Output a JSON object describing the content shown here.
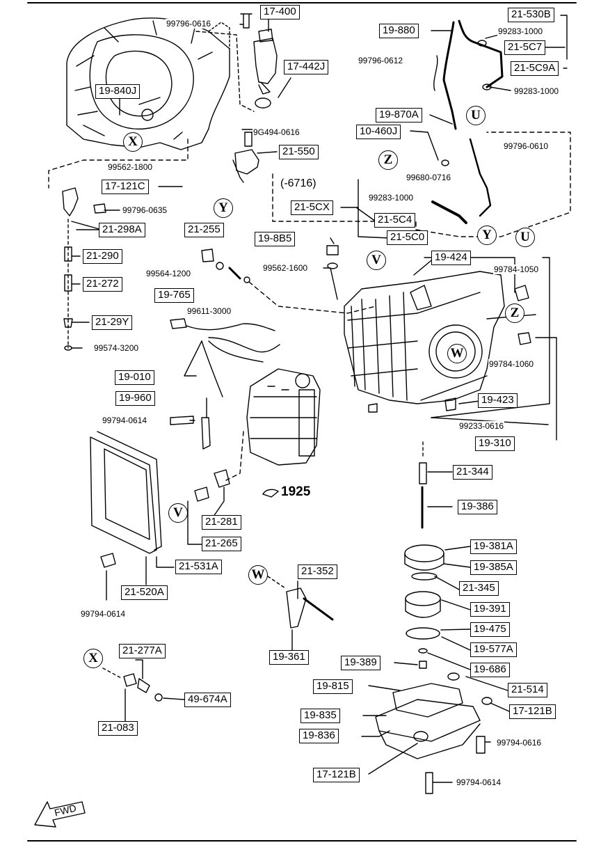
{
  "part_boxes": {
    "p17_400": "17-400",
    "p17_442j": "17-442J",
    "p19_840j": "19-840J",
    "p19_880": "19-880",
    "p21_530b": "21-530B",
    "p21_5c7": "21-5C7",
    "p21_5c9a": "21-5C9A",
    "p19_870a": "19-870A",
    "p10_460j": "10-460J",
    "p21_550": "21-550",
    "p17_121c": "17-121C",
    "p21_298a": "21-298A",
    "p21_290": "21-290",
    "p21_272": "21-272",
    "p21_29y": "21-29Y",
    "p21_5cx": "21-5CX",
    "p21_5c4": "21-5C4",
    "p21_5c0": "21-5C0",
    "p21_255": "21-255",
    "p19_8b5": "19-8B5",
    "p19_424": "19-424",
    "p19_765": "19-765",
    "p19_010": "19-010",
    "p19_960": "19-960",
    "p19_423": "19-423",
    "p19_310": "19-310",
    "p21_344": "21-344",
    "p19_386": "19-386",
    "p21_281": "21-281",
    "p21_265": "21-265",
    "p21_531a": "21-531A",
    "p19_381a": "19-381A",
    "p19_385a": "19-385A",
    "p21_345": "21-345",
    "p21_520a": "21-520A",
    "p21_352": "21-352",
    "p19_391": "19-391",
    "p19_475": "19-475",
    "p19_577a": "19-577A",
    "p19_361": "19-361",
    "p21_277a": "21-277A",
    "p19_389": "19-389",
    "p19_686": "19-686",
    "p49_674a": "49-674A",
    "p19_815": "19-815",
    "p21_514": "21-514",
    "p21_083": "21-083",
    "p19_835": "19-835",
    "p17_121b_r": "17-121B",
    "p19_836": "19-836",
    "p17_121b_b": "17-121B"
  },
  "part_numbers": {
    "n99796_0616_top": "99796-0616",
    "n99283_1000_a": "99283-1000",
    "n99796_0612": "99796-0612",
    "n99283_1000_b": "99283-1000",
    "n9g494_0616": "9G494-0616",
    "n99796_0610": "99796-0610",
    "n99562_1800": "99562-1800",
    "n99680_0716": "99680-0716",
    "n99796_0635": "99796-0635",
    "n99283_1000_c": "99283-1000",
    "n99564_1200": "99564-1200",
    "n99562_1600": "99562-1600",
    "n99784_1050": "99784-1050",
    "n99611_3000": "99611-3000",
    "n99574_3200": "99574-3200",
    "n99784_1060": "99784-1060",
    "n99794_0614_a": "99794-0614",
    "n99233_0616": "99233-0616",
    "n99794_0614_b": "99794-0614",
    "n99794_0616_c": "99794-0616",
    "n99794_0614_d": "99794-0614"
  },
  "variant": "(-6716)",
  "ref_markers": {
    "x1": "X",
    "z1": "Z",
    "u1": "U",
    "y1": "Y",
    "y2": "Y",
    "u2": "U",
    "v1": "V",
    "z2": "Z",
    "w1": "W",
    "v2": "V",
    "w2": "W",
    "x2": "X"
  },
  "assembly_ref": "1925",
  "fwd": "FWD"
}
